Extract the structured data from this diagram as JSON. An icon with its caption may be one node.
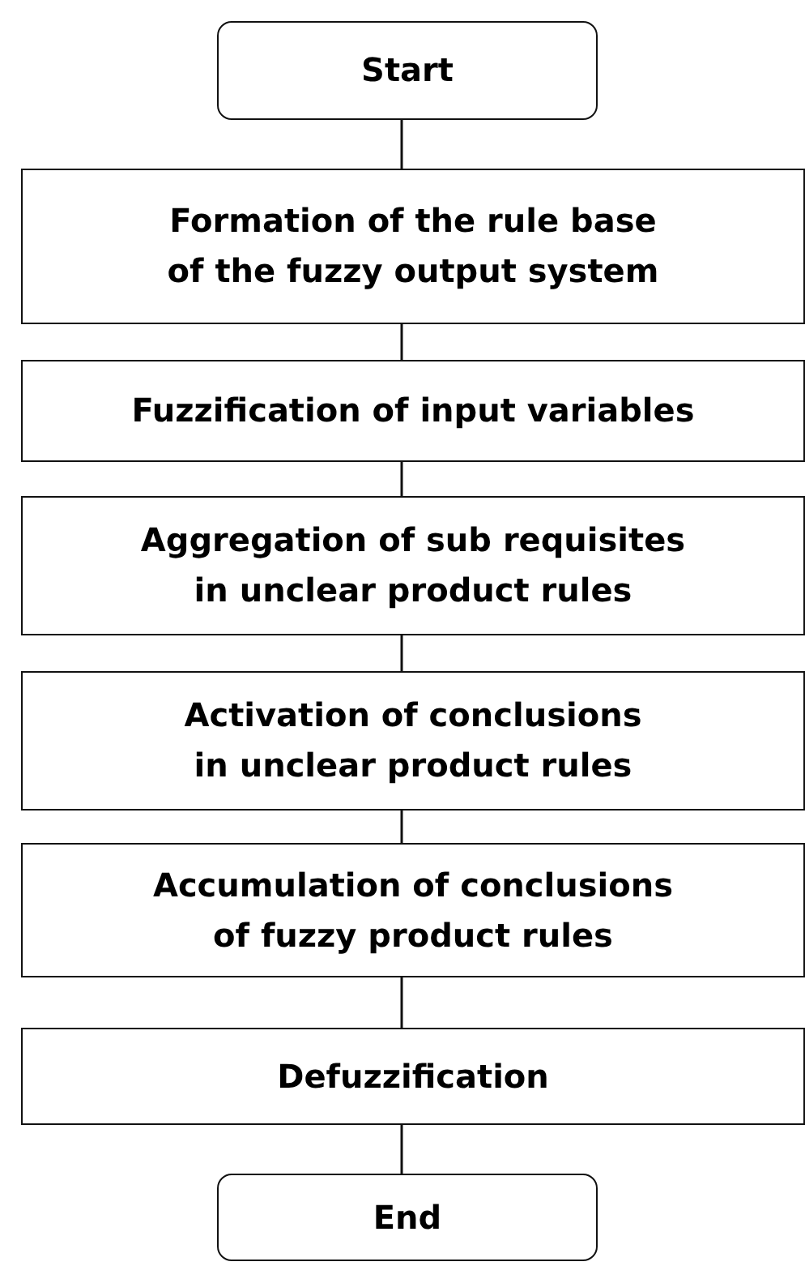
{
  "diagram": {
    "nodes": [
      {
        "text": [
          "Start"
        ]
      },
      {
        "text": [
          "Formation of the rule base of the fuzzy output system"
        ]
      },
      {
        "text": [
          "Fuzzification of input variables"
        ]
      },
      {
        "text": [
          "Aggregation of sub requisites in unclear product rules"
        ]
      },
      {
        "text": [
          "Activation of conclusions in unclear product rules"
        ]
      },
      {
        "text": [
          "Accumulation of conclusions of fuzzy product rules"
        ]
      },
      {
        "text": [
          "Defuzzification"
        ]
      },
      {
        "text": [
          "End"
        ]
      }
    ],
    "edges": [
      {
        "from": 0,
        "to": 1,
        "arrow": "none"
      },
      {
        "from": 1,
        "to": 2,
        "arrow": "none"
      },
      {
        "from": 2,
        "to": 3,
        "arrow": "none"
      },
      {
        "from": 3,
        "to": 4,
        "arrow": "none"
      },
      {
        "from": 4,
        "to": 5,
        "arrow": "none"
      },
      {
        "from": 5,
        "to": 6,
        "arrow": "none"
      },
      {
        "from": 6,
        "to": 7,
        "arrow": "none"
      }
    ]
  }
}
